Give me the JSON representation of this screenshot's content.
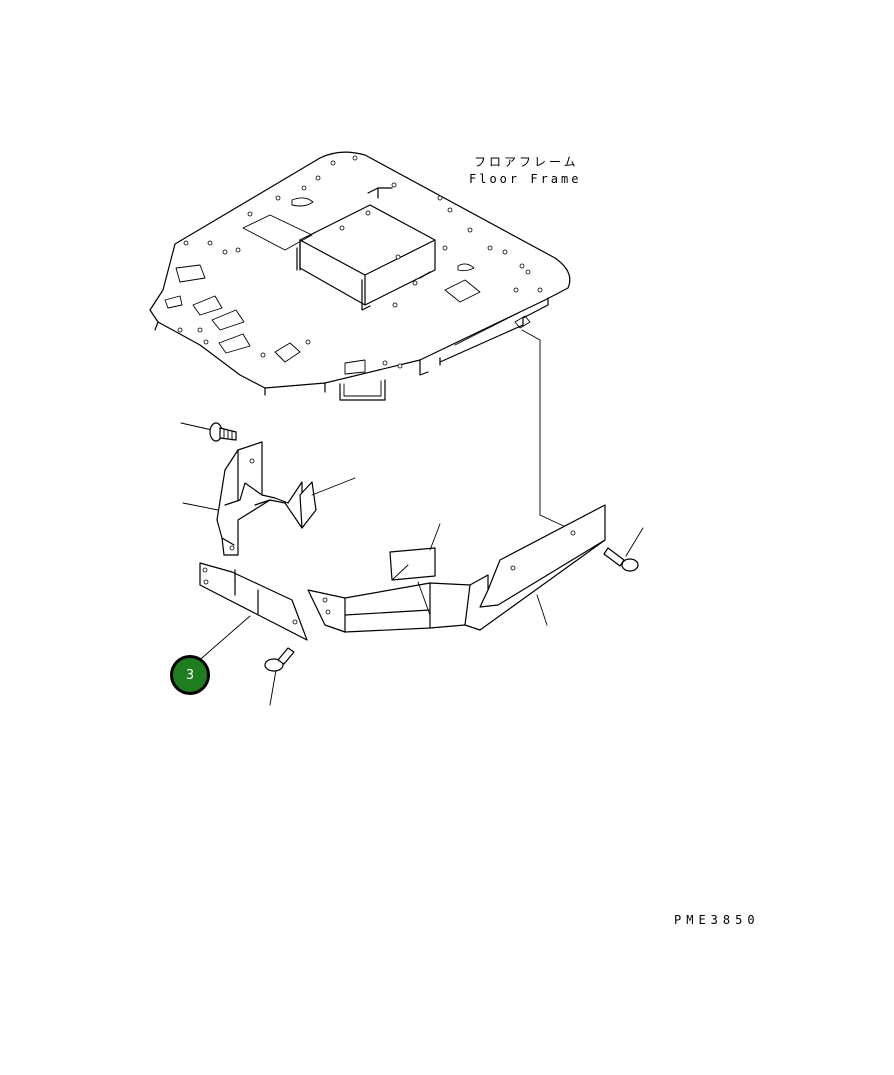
{
  "labels": {
    "floor_frame_jp": "フロアフレーム",
    "floor_frame_en": "Floor Frame",
    "drawing_code": "PME3850"
  },
  "callouts": [
    {
      "number": "3",
      "color": "#1e7d1e"
    }
  ]
}
